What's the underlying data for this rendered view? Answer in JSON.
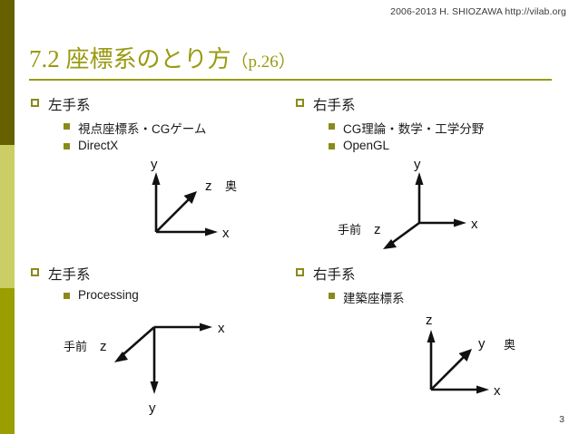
{
  "header": {
    "credit": "2006-2013 H. SHIOZAWA http://vilab.org"
  },
  "title": {
    "number": "7.2",
    "main": "座標系のとり方",
    "page_ref": "（p.26）"
  },
  "sidebar": {
    "segments": [
      {
        "name": "top",
        "color": "#666000"
      },
      {
        "name": "middle",
        "color": "#cbce64"
      },
      {
        "name": "bottom",
        "color": "#9a9e00"
      }
    ]
  },
  "sections": {
    "top_left": {
      "heading": "左手系",
      "items": [
        "視点座標系・CGゲーム",
        "DirectX"
      ]
    },
    "top_right": {
      "heading": "右手系",
      "items": [
        "CG理論・数学・工学分野",
        "OpenGL"
      ]
    },
    "bottom_left": {
      "heading": "左手系",
      "items": [
        "Processing"
      ]
    },
    "bottom_right": {
      "heading": "右手系",
      "items": [
        "建築座標系"
      ]
    }
  },
  "diagrams": {
    "top_left": {
      "name": "left-handed-view-coords",
      "labels": {
        "y": "y",
        "x": "x",
        "z": "z",
        "depth": "奥"
      }
    },
    "top_right": {
      "name": "right-handed-opengl-coords",
      "labels": {
        "y": "y",
        "x": "x",
        "z": "z",
        "depth": "手前"
      }
    },
    "bottom_left": {
      "name": "left-handed-processing-coords",
      "labels": {
        "y": "y",
        "x": "x",
        "z": "z",
        "depth": "手前"
      }
    },
    "bottom_right": {
      "name": "right-handed-architecture-coords",
      "labels": {
        "z": "z",
        "x": "x",
        "y": "y",
        "depth": "奥"
      }
    }
  },
  "footer": {
    "page_number": "3"
  },
  "colors": {
    "title": "#9a9a12",
    "rule": "#9a9a12",
    "bullet": "#8a8a1a",
    "text": "#1a1a1a"
  }
}
